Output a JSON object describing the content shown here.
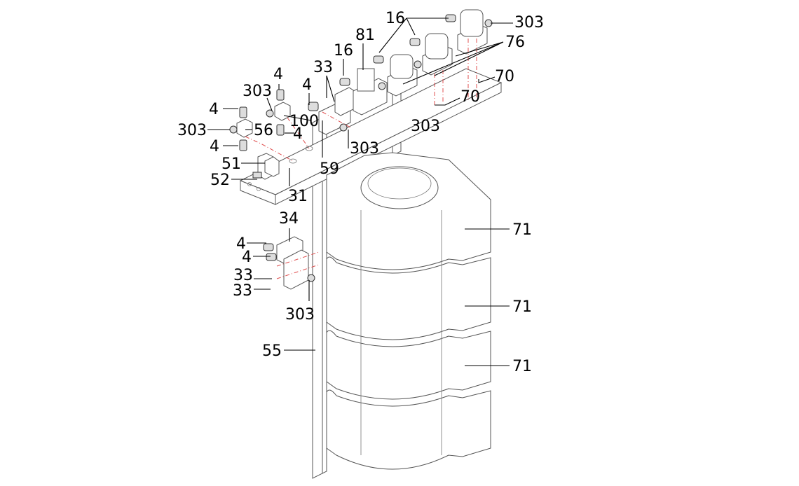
{
  "figure": {
    "type": "exploded-assembly-drawing",
    "labels": [
      {
        "id": "l16a",
        "text": "16"
      },
      {
        "id": "l303a",
        "text": "303"
      },
      {
        "id": "l76",
        "text": "76"
      },
      {
        "id": "l81",
        "text": "81"
      },
      {
        "id": "l16b",
        "text": "16"
      },
      {
        "id": "l70a",
        "text": "70"
      },
      {
        "id": "l70b",
        "text": "70"
      },
      {
        "id": "l33a",
        "text": "33"
      },
      {
        "id": "l4a",
        "text": "4"
      },
      {
        "id": "l303b",
        "text": "303"
      },
      {
        "id": "l4b",
        "text": "4"
      },
      {
        "id": "l4c",
        "text": "4"
      },
      {
        "id": "l100",
        "text": "100"
      },
      {
        "id": "l303c",
        "text": "303"
      },
      {
        "id": "l56",
        "text": "56"
      },
      {
        "id": "l4d",
        "text": "4"
      },
      {
        "id": "l303d",
        "text": "303"
      },
      {
        "id": "l303e",
        "text": "303"
      },
      {
        "id": "l4e",
        "text": "4"
      },
      {
        "id": "l59",
        "text": "59"
      },
      {
        "id": "l51",
        "text": "51"
      },
      {
        "id": "l52",
        "text": "52"
      },
      {
        "id": "l31",
        "text": "31"
      },
      {
        "id": "l34",
        "text": "34"
      },
      {
        "id": "l4f",
        "text": "4"
      },
      {
        "id": "l4g",
        "text": "4"
      },
      {
        "id": "l33b",
        "text": "33"
      },
      {
        "id": "l33c",
        "text": "33"
      },
      {
        "id": "l303f",
        "text": "303"
      },
      {
        "id": "l55",
        "text": "55"
      },
      {
        "id": "l71a",
        "text": "71"
      },
      {
        "id": "l71b",
        "text": "71"
      },
      {
        "id": "l71c",
        "text": "71"
      }
    ]
  }
}
